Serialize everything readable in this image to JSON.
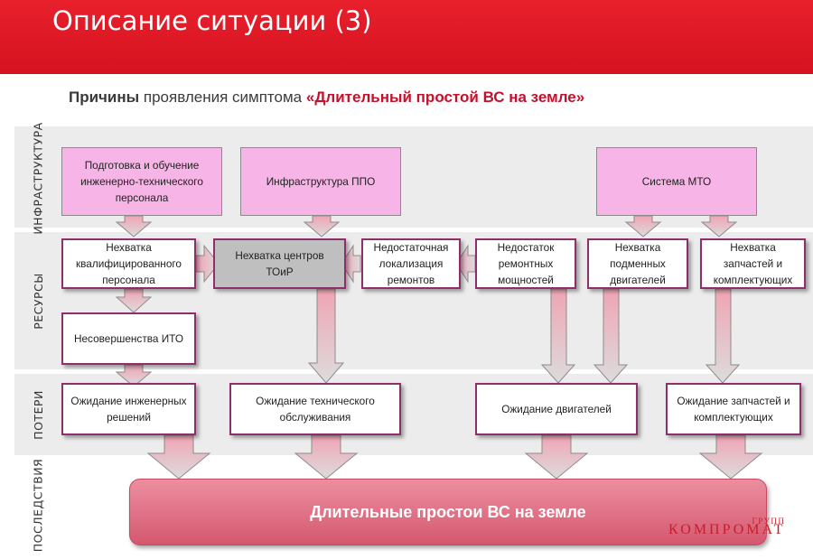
{
  "header": {
    "title": "Описание ситуации (3)"
  },
  "subtitle": {
    "bold": "Причины",
    "middle": " проявления симптома ",
    "highlight": "«Длительный простой ВС на земле»"
  },
  "bands": {
    "infrastructure": "ИНФРАСТРУКТУРА",
    "resources": "РЕСУРСЫ",
    "losses": "ПОТЕРИ",
    "consequences": "ПОСЛЕДСТВИЯ"
  },
  "infra": {
    "training": "Подготовка и обучение инженерно-технического персонала",
    "ppo": "Инфраструктура ППО",
    "mto": "Система МТО"
  },
  "resources": {
    "qualified_staff": "Нехватка квалифицированного персонала",
    "toir_centers": "Нехватка центров ТОиР",
    "localization": "Недостаточная локализация ремонтов",
    "repair_capacity": "Недостаток ремонтных мощностей",
    "spare_engines": "Нехватка подменных двигателей",
    "spare_parts": "Нехватка запчастей и комплектующих",
    "ito": "Несовершенства ИТО"
  },
  "losses": {
    "engineering": "Ожидание инженерных решений",
    "maintenance": "Ожидание технического обслуживания",
    "engines": "Ожидание двигателей",
    "parts": "Ожидание запчастей и комплектующих"
  },
  "result": "Длительные простои ВС на земле",
  "watermark": {
    "small": "ГРУПП",
    "main": "КОМПРОМАТ"
  },
  "colors": {
    "header": "#e11b27",
    "highlight": "#c3112c",
    "infra_box": "#f7b4e6",
    "box_border": "#8e2f6b",
    "result": "#de6d82"
  }
}
